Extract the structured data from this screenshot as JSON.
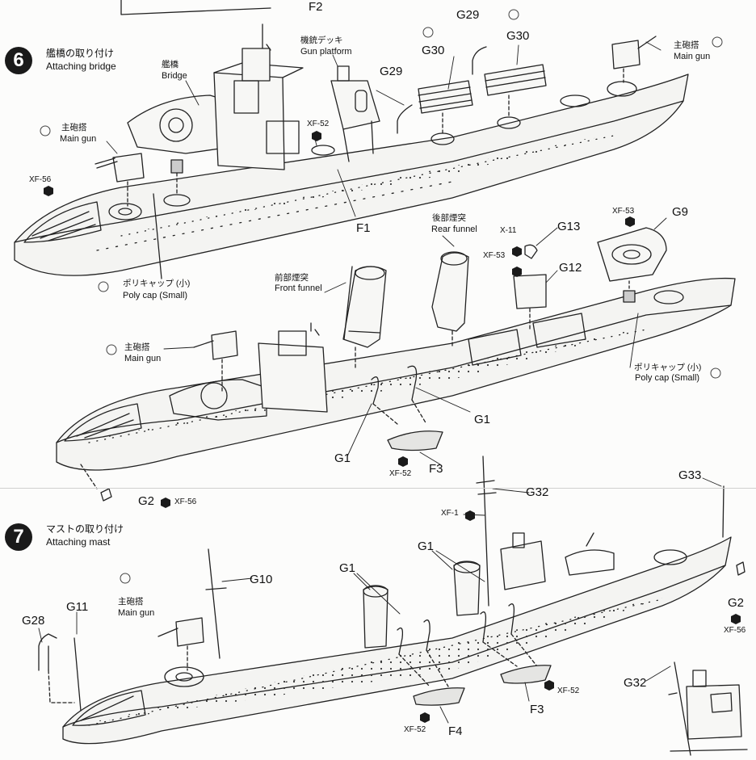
{
  "header": {
    "prev_part": "F2"
  },
  "step6": {
    "number": "6",
    "title_jp": "艦橋の取り付け",
    "title_en": "Attaching bridge",
    "labels": {
      "bridge_jp": "艦橋",
      "bridge_en": "Bridge",
      "gun_platform_jp": "機銃デッキ",
      "gun_platform_en": "Gun platform",
      "main_gun_fwd_jp": "主砲搭",
      "main_gun_fwd_en": "Main gun",
      "main_gun_aft_jp": "主砲搭",
      "main_gun_aft_en": "Main gun",
      "polycap_jp": "ポリキャップ (小)",
      "polycap_en": "Poly cap (Small)",
      "xf56": "XF-56",
      "xf52": "XF-52",
      "g29a": "G29",
      "g29b": "G29",
      "g30a": "G30",
      "g30b": "G30",
      "f1": "F1"
    }
  },
  "step6b": {
    "labels": {
      "rear_funnel_jp": "後部煙突",
      "rear_funnel_en": "Rear funnel",
      "front_funnel_jp": "前部煙突",
      "front_funnel_en": "Front funnel",
      "x11": "X-11",
      "g13": "G13",
      "xf53a": "XF-53",
      "g12": "G12",
      "xf53b": "XF-53",
      "g9": "G9",
      "main_gun_jp": "主砲搭",
      "main_gun_en": "Main gun",
      "polycap_jp": "ポリキャップ (小)",
      "polycap_en": "Poly cap (Small)",
      "g1a": "G1",
      "g1b": "G1",
      "f3": "F3",
      "xf52": "XF-52",
      "g2": "G2",
      "xf56": "XF-56"
    }
  },
  "step7": {
    "number": "7",
    "title_jp": "マストの取り付け",
    "title_en": "Attaching mast",
    "labels": {
      "g32a": "G32",
      "xf1": "XF-1",
      "g33": "G33",
      "g2": "G2",
      "xf56": "XF-56",
      "g10": "G10",
      "g1a": "G1",
      "g1b": "G1",
      "main_gun_jp": "主砲搭",
      "main_gun_en": "Main gun",
      "g11": "G11",
      "g28": "G28",
      "f3": "F3",
      "xf52a": "XF-52",
      "f4": "F4",
      "xf52b": "XF-52",
      "g32b": "G32"
    }
  }
}
